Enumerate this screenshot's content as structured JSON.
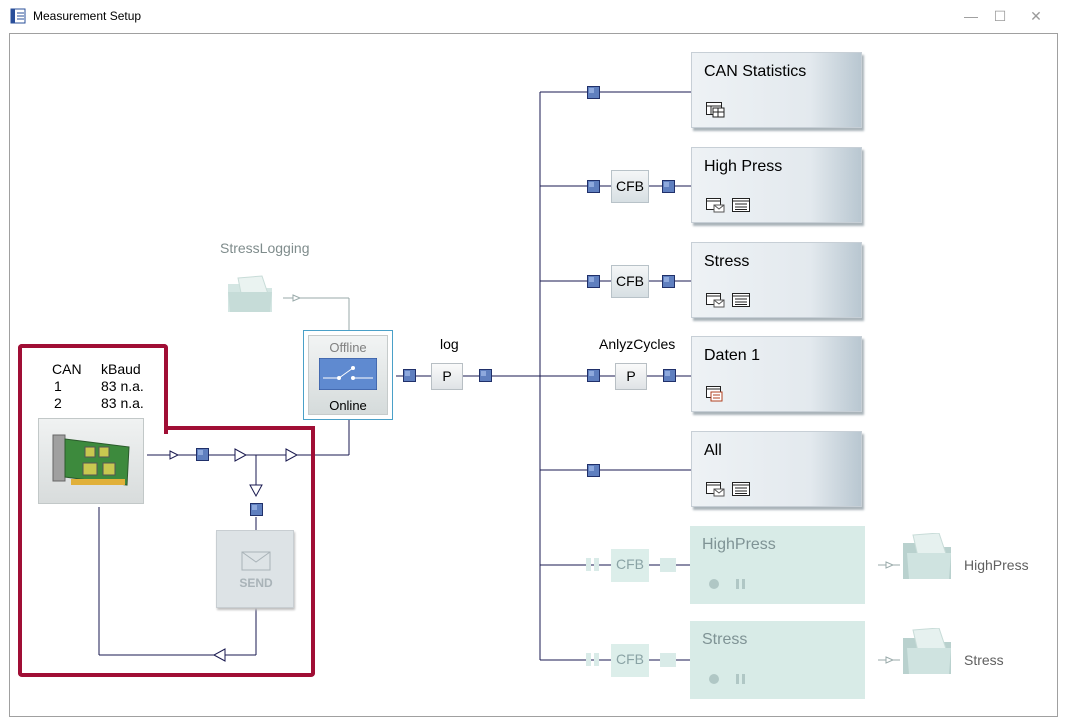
{
  "window": {
    "title": "Measurement Setup",
    "minimize": "—",
    "maximize": "☐",
    "close": "✕"
  },
  "hardware": {
    "header_can": "CAN",
    "header_kbaud": "kBaud",
    "rows": [
      {
        "can": "1",
        "kbaud": "83 n.a."
      },
      {
        "can": "2",
        "kbaud": "83 n.a."
      }
    ],
    "send_label": "SEND"
  },
  "online_switch": {
    "top_label": "Offline",
    "bottom_label": "Online"
  },
  "logging": {
    "name": "StressLogging"
  },
  "log_block": {
    "label": "log",
    "button": "P"
  },
  "analyze_block": {
    "label": "AnlyzCycles",
    "button": "P"
  },
  "cfb_label": "CFB",
  "windows": [
    {
      "name": "CAN Statistics"
    },
    {
      "name": "High Press"
    },
    {
      "name": "Stress"
    },
    {
      "name": "Daten 1"
    },
    {
      "name": "All"
    },
    {
      "name": "HighPress"
    },
    {
      "name": "Stress"
    }
  ],
  "outputs": [
    {
      "name": "HighPress"
    },
    {
      "name": "Stress"
    }
  ],
  "colors": {
    "accent_blue": "#5f7fbf",
    "highlight": "#a00e35",
    "line": "#000040",
    "disabled": "#d8ebe7"
  }
}
